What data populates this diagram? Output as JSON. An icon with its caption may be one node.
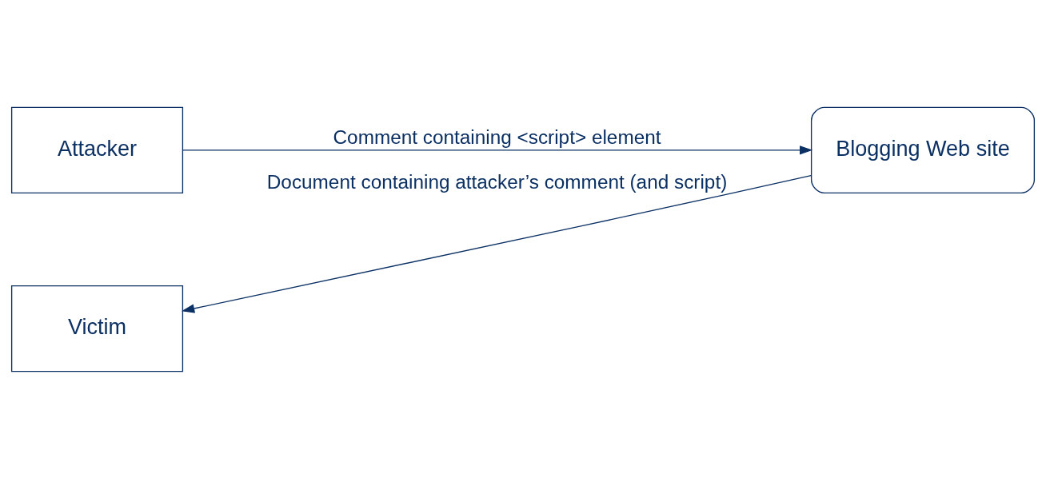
{
  "diagram": {
    "nodes": [
      {
        "text": [
          "Attacker"
        ]
      },
      {
        "text": [
          "Blogging Web site"
        ]
      },
      {
        "text": [
          "Victim"
        ]
      }
    ],
    "edges": [
      {
        "from": 0,
        "to": 1,
        "arrow": "to",
        "label": "Comment containing <script> element"
      },
      {
        "from": 1,
        "to": 2,
        "arrow": "to",
        "label": "Document containing attacker’s comment (and script)"
      }
    ]
  }
}
